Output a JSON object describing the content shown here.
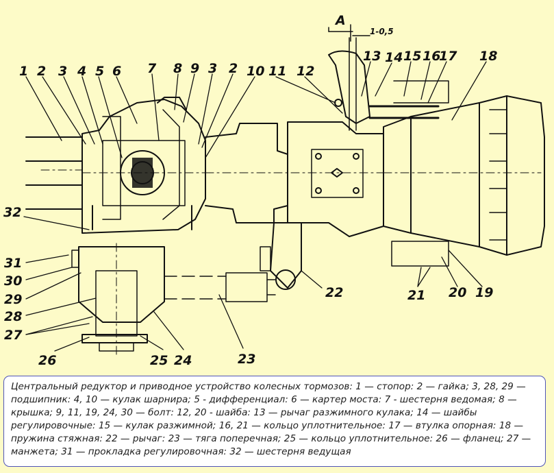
{
  "section_mark": "А",
  "tolerance_mark": "1-0,5",
  "callouts": {
    "c1": "1",
    "c2": "2",
    "c3": "3",
    "c4": "4",
    "c5": "5",
    "c6": "6",
    "c7": "7",
    "c8": "8",
    "c9": "9",
    "c3b": "3",
    "c2b": "2",
    "c10": "10",
    "c11": "11",
    "c12": "12",
    "c13": "13",
    "c14": "14",
    "c15": "15",
    "c16": "16",
    "c17": "17",
    "c18": "18",
    "c19": "19",
    "c20": "20",
    "c21": "21",
    "c22": "22",
    "c23": "23",
    "c24": "24",
    "c25": "25",
    "c26": "26",
    "c27": "27",
    "c28": "28",
    "c29": "29",
    "c30": "30",
    "c31": "31",
    "c32": "32"
  },
  "caption": "Центральный редуктор и приводное устройство колесных тормозов: 1 — стопор: 2 — гайка; 3, 28, 29 — подшипник: 4, 10 — кулак шарнира; 5 - дифференциал: 6 — картер моста: 7 - шестерня ведомая; 8 — крышка; 9, 11, 19, 24, 30 — болт: 12, 20 - шайба: 13 — рычаг разжимного кулака; 14 — шайбы регулировочные: 15 — кулак разжимной; 16, 21 — кольцо уплотнительное: 17 — втулка опорная: 18 — пружина стяжная: 22 — рычаг: 23 — тяга поперечная; 25 — кольцо уплотнительное: 26 — фланец; 27 — манжета; 31 — прокладка регулировочная: 32 — шестерня ведущая",
  "colors": {
    "background": "#fdfbc8",
    "caption_border": "#4f54b8",
    "ink": "#111111"
  }
}
